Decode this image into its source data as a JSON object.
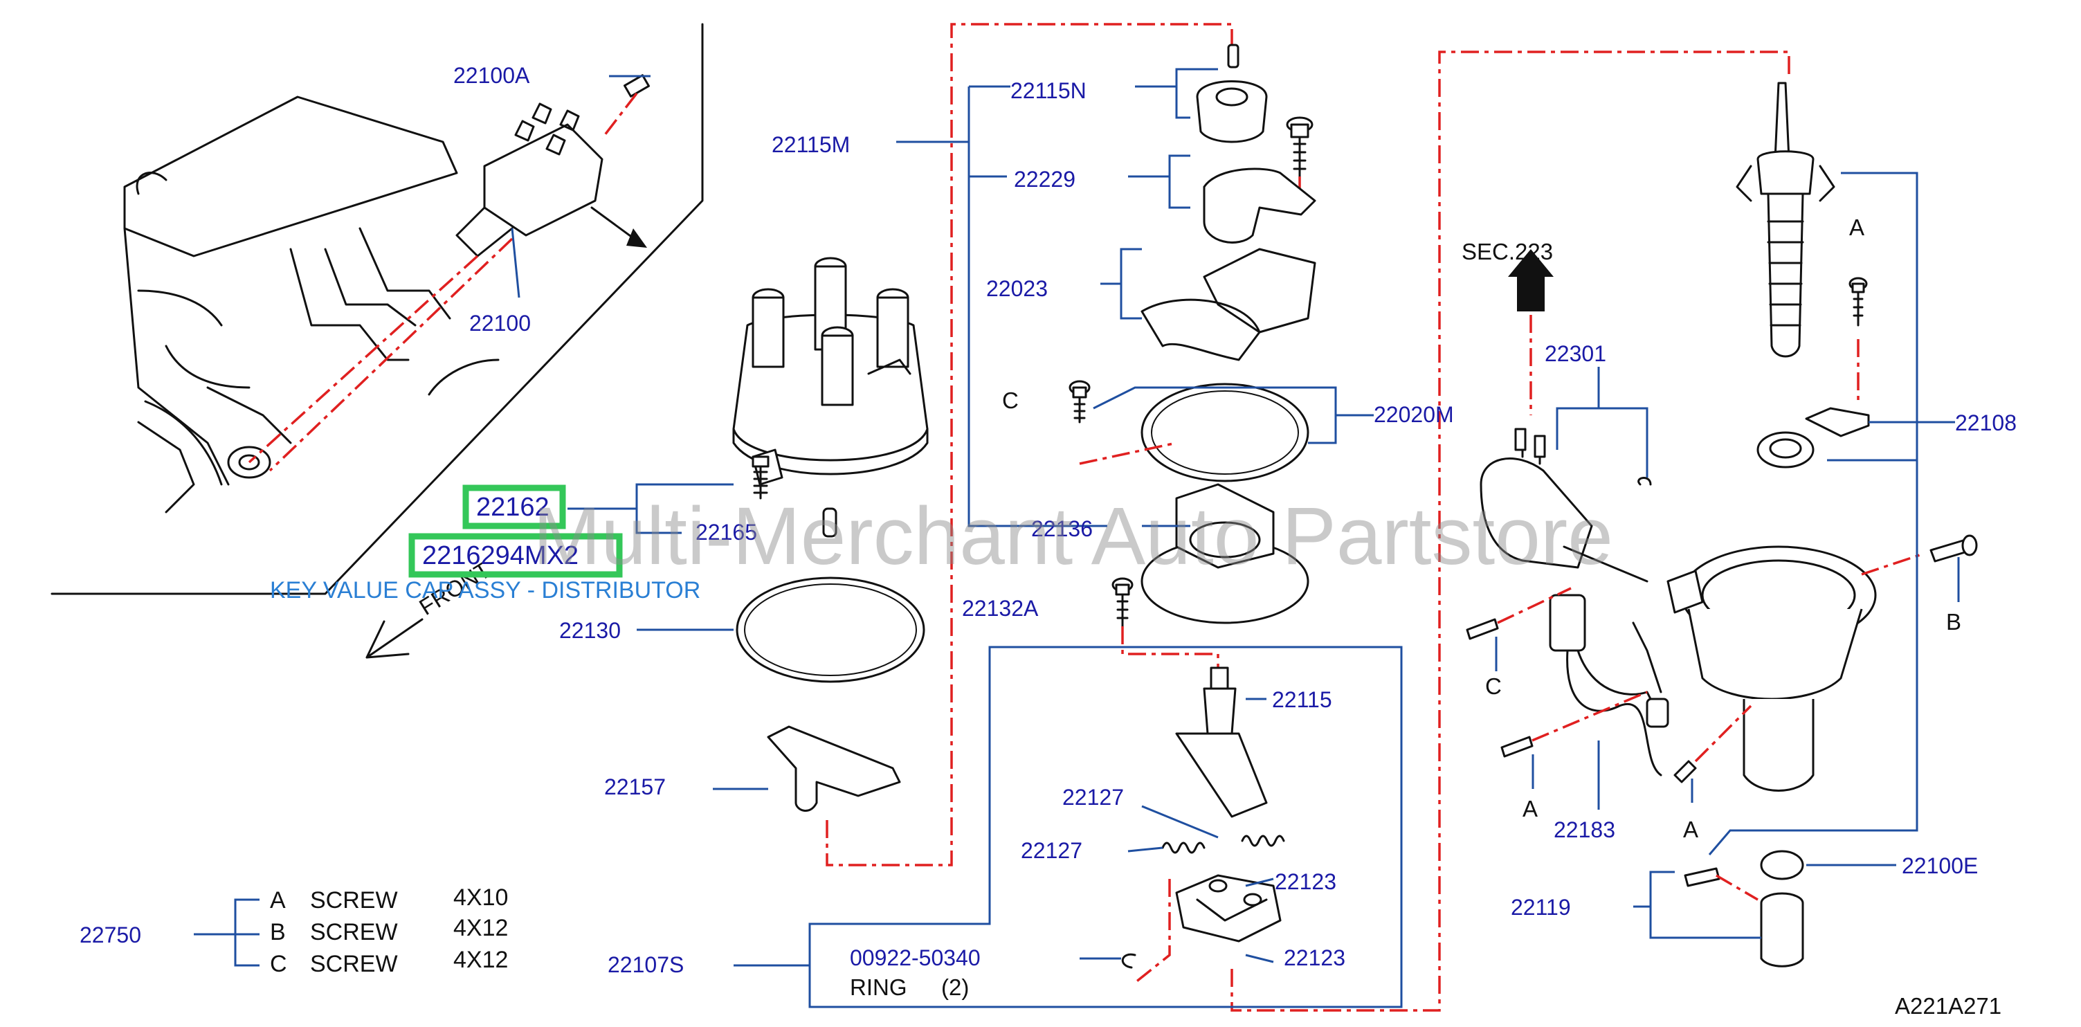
{
  "labels": {
    "p22100A": "22100A",
    "p22100": "22100",
    "p22115M": "22115M",
    "p22115N": "22115N",
    "p22229": "22229",
    "p22023": "22023",
    "p22020M": "22020M",
    "p22162": "22162",
    "p22165": "22165",
    "p22136": "22136",
    "p22130": "22130",
    "p22132A": "22132A",
    "p22115": "22115",
    "p22157": "22157",
    "p22127a": "22127",
    "p22127b": "22127",
    "p22123a": "22123",
    "p22123b": "22123",
    "p22107S": "22107S",
    "p00922": "00922-50340",
    "ring": "RING",
    "ring_qty": "(2)",
    "p22750": "22750",
    "p22301": "22301",
    "p22108": "22108",
    "p22183": "22183",
    "p22119": "22119",
    "p22100E": "22100E",
    "sec223": "SEC.223",
    "front": "FRONT",
    "ref_code": "A221A271",
    "callout_A1": "A",
    "callout_A2": "A",
    "callout_A3": "A",
    "callout_B": "B",
    "callout_C1": "C",
    "callout_C2": "C"
  },
  "highlight": {
    "part": "22162",
    "part_qty": "2216294MX2",
    "description": "KEY VALUE CAP ASSY - DISTRIBUTOR",
    "color": "#34c759"
  },
  "legend": [
    {
      "key": "A",
      "name": "SCREW",
      "size": "4X10"
    },
    {
      "key": "B",
      "name": "SCREW",
      "size": "4X12"
    },
    {
      "key": "C",
      "name": "SCREW",
      "size": "4X12"
    }
  ],
  "watermark": "Multi-Merchant Auto Partstore",
  "colors": {
    "label": "#1a1aa6",
    "leader": "#1f4fa0",
    "dashed_link": "#e02020",
    "highlight_box": "#34c759",
    "description": "#2a7fd4"
  }
}
